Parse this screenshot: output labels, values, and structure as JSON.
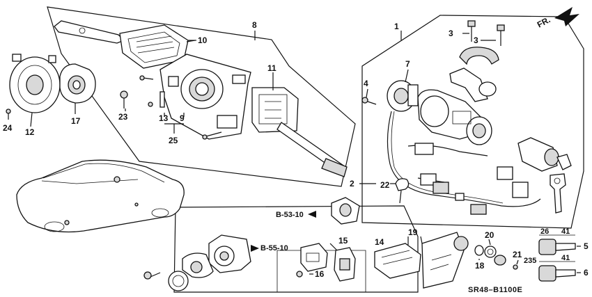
{
  "direction_label": "FR.",
  "callouts": {
    "c1": "1",
    "c2": "2",
    "c3a": "3",
    "c3b": "3",
    "c4": "4",
    "c5": "5",
    "c6": "6",
    "c7": "7",
    "c8": "8",
    "c9": "9",
    "c10": "10",
    "c11": "11",
    "c12": "12",
    "c13": "13",
    "c14": "14",
    "c15": "15",
    "c16": "16",
    "c17": "17",
    "c18": "18",
    "c19": "19",
    "c20": "20",
    "c21": "21",
    "c22": "22",
    "c23": "23",
    "c24": "24",
    "c25": "25"
  },
  "references": {
    "ref1": "B-53-10",
    "ref2": "B-55-10"
  },
  "key_dims": {
    "d26": "26",
    "d41a": "41",
    "d235": "235",
    "d41b": "41"
  },
  "diagram_code": "SR48–B1100E"
}
